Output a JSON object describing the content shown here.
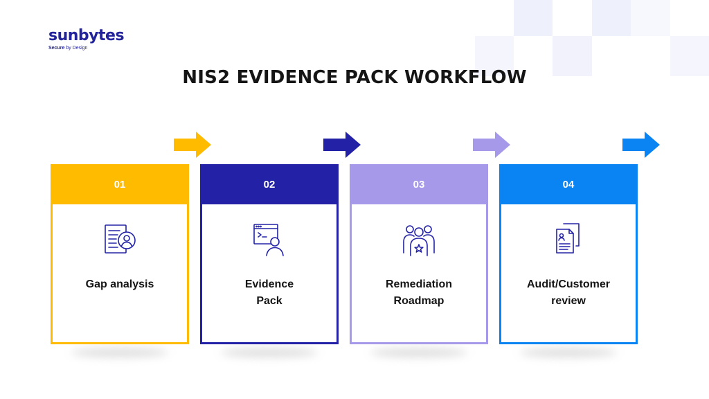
{
  "logo": {
    "wordmark": "sunbytes",
    "tagline_prefix": "Secure",
    "tagline_suffix": "by Design"
  },
  "title": "NIS2 EVIDENCE PACK WORKFLOW",
  "steps": [
    {
      "number": "01",
      "label": "Gap analysis",
      "color": "#ffbb00",
      "icon": "document-user-icon"
    },
    {
      "number": "02",
      "label": "Evidence\nPack",
      "color": "#2322a6",
      "icon": "terminal-user-icon"
    },
    {
      "number": "03",
      "label": "Remediation\nRoadmap",
      "color": "#a799ea",
      "icon": "team-star-icon"
    },
    {
      "number": "04",
      "label": "Audit/Customer\nreview",
      "color": "#0a84f2",
      "icon": "documents-icon"
    }
  ]
}
